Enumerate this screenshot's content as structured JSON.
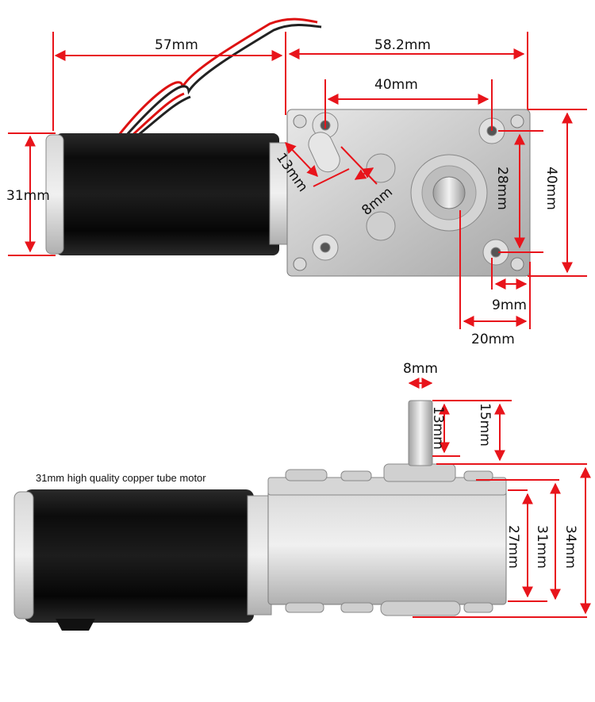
{
  "caption": "31mm high quality copper tube motor",
  "accent_color": "#e8141b",
  "top_view": {
    "labels": {
      "motor_length": "57mm",
      "gearbox_length": "58.2mm",
      "hole_span_40": "40mm",
      "motor_diameter": "31mm",
      "slot_13": "13mm",
      "slot_8": "8mm",
      "hole_span_28": "28mm",
      "gearbox_height": "40mm",
      "edge_9": "9mm",
      "shaft_20": "20mm"
    }
  },
  "side_view": {
    "labels": {
      "shaft_dia": "8mm",
      "flat_13": "13mm",
      "shaft_15": "15mm",
      "body_27": "27mm",
      "body_31": "31mm",
      "total_34": "34mm"
    }
  }
}
